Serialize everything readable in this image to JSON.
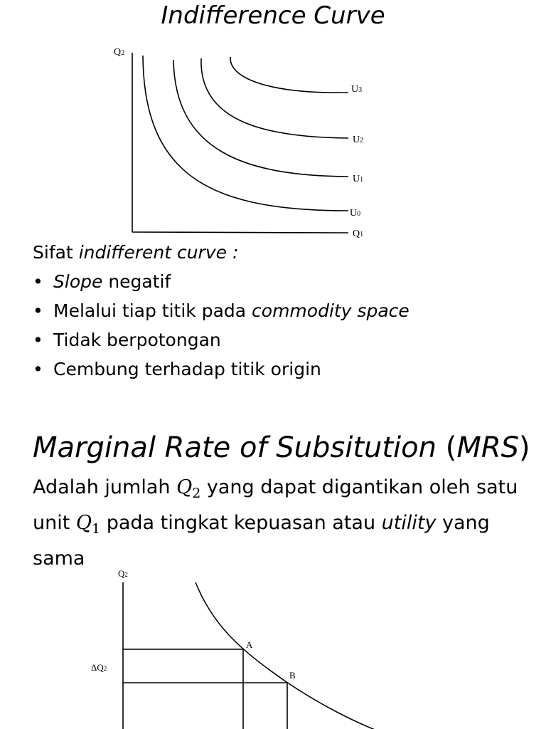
{
  "page": {
    "title": "Indifference Curve"
  },
  "diagram1": {
    "y_axis_label": "Q",
    "y_axis_sub": "2",
    "x_axis_label": "Q",
    "x_axis_sub": "1",
    "curves": [
      {
        "label": "U",
        "sub": "0"
      },
      {
        "label": "U",
        "sub": "1"
      },
      {
        "label": "U",
        "sub": "2"
      },
      {
        "label": "U",
        "sub": "3"
      }
    ]
  },
  "properties": {
    "heading_plain": "Sifat ",
    "heading_italic": "indifferent curve :",
    "items": [
      {
        "italic": "Slope",
        "plain": " negatif"
      },
      {
        "plain": "Melalui tiap titik pada ",
        "italic": "commodity space"
      },
      {
        "plain": "Tidak berpotongan"
      },
      {
        "plain": "Cembung terhadap titik origin"
      }
    ]
  },
  "mrs": {
    "title_italic_1": "Marginal Rate of Subsitution",
    "title_open": " (",
    "title_italic_2": "MRS",
    "title_close": ")",
    "def_1": "Adalah jumlah ",
    "def_q2": "Q",
    "def_q2_sub": "2",
    "def_2": " yang dapat digantikan oleh satu unit ",
    "def_q1": "Q",
    "def_q1_sub": "1",
    "def_3": " pada tingkat kepuasan atau ",
    "def_utility": "utility",
    "def_4": " yang sama"
  },
  "diagram2": {
    "y_axis_label": "Q",
    "y_axis_sub": "2",
    "delta_label": "ΔQ",
    "delta_sub": "2",
    "point_a": "A",
    "point_b": "B"
  }
}
